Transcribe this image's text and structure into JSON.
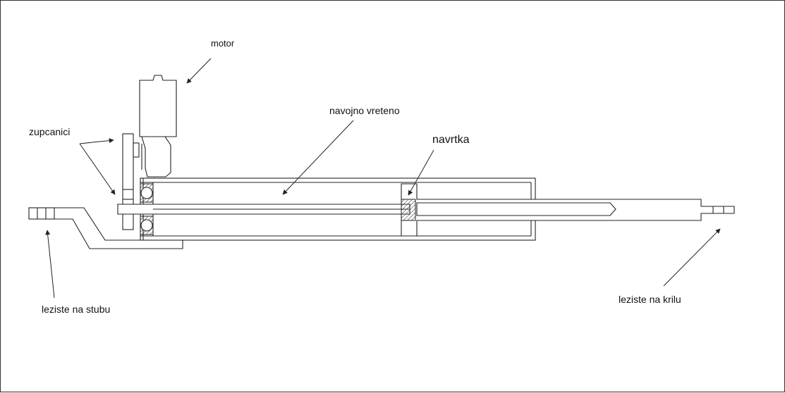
{
  "labels": {
    "motor": "motor",
    "zupcanici": "zupcanici",
    "navojno_vreteno": "navojno vreteno",
    "navrtka": "navrtka",
    "leziste_na_stubu": "leziste na stubu",
    "leziste_na_krilu": "leziste na krilu"
  },
  "colors": {
    "line": "#222222",
    "background": "#ffffff"
  }
}
